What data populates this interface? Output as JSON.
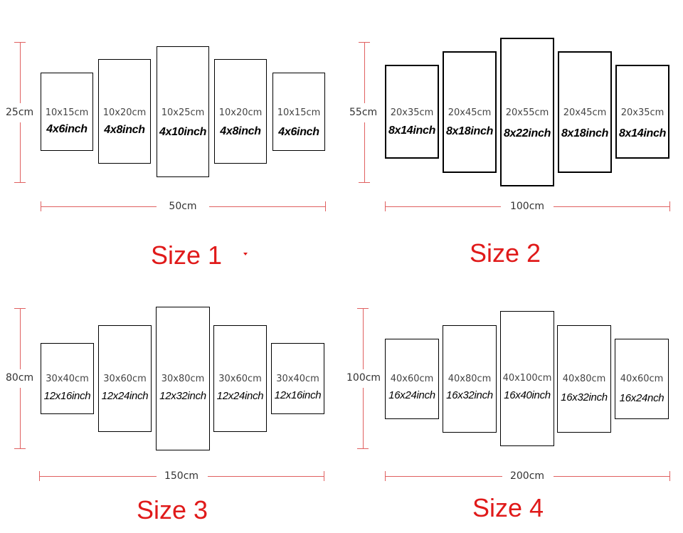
{
  "sets": [
    {
      "title": "Size 1",
      "height_label": "25cm",
      "width_label": "50cm",
      "panels": [
        {
          "cm": "10x15cm",
          "inch": "4x6inch"
        },
        {
          "cm": "10x20cm",
          "inch": "4x8inch"
        },
        {
          "cm": "10x25cm",
          "inch": "4x10inch"
        },
        {
          "cm": "10x20cm",
          "inch": "4x8inch"
        },
        {
          "cm": "10x15cm",
          "inch": "4x6inch"
        }
      ]
    },
    {
      "title": "Size 2",
      "height_label": "55cm",
      "width_label": "100cm",
      "panels": [
        {
          "cm": "20x35cm",
          "inch": "8x14inch"
        },
        {
          "cm": "20x45cm",
          "inch": "8x18inch"
        },
        {
          "cm": "20x55cm",
          "inch": "8x22inch"
        },
        {
          "cm": "20x45cm",
          "inch": "8x18inch"
        },
        {
          "cm": "20x35cm",
          "inch": "8x14inch"
        }
      ]
    },
    {
      "title": "Size 3",
      "height_label": "80cm",
      "width_label": "150cm",
      "panels": [
        {
          "cm": "30x40cm",
          "inch": "12x16inch"
        },
        {
          "cm": "30x60cm",
          "inch": "12x24inch"
        },
        {
          "cm": "30x80cm",
          "inch": "12x32inch"
        },
        {
          "cm": "30x60cm",
          "inch": "12x24inch"
        },
        {
          "cm": "30x40cm",
          "inch": "12x16inch"
        }
      ]
    },
    {
      "title": "Size 4",
      "height_label": "100cm",
      "width_label": "200cm",
      "panels": [
        {
          "cm": "40x60cm",
          "inch": "16x24inch"
        },
        {
          "cm": "40x80cm",
          "inch": "16x32inch"
        },
        {
          "cm": "40x100cm",
          "inch": "16x40inch"
        },
        {
          "cm": "40x80cm",
          "inch": "16x32inch"
        },
        {
          "cm": "40x60cm",
          "inch": "16x24nch"
        }
      ]
    }
  ],
  "colors": {
    "title": "#e01a1a",
    "dimension_line": "#e06060",
    "panel_border": "#000000"
  }
}
